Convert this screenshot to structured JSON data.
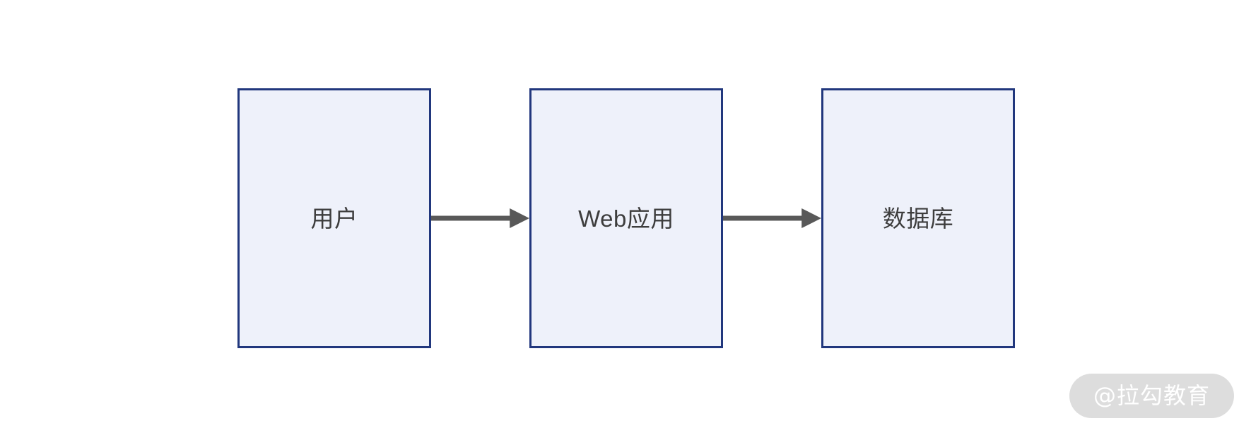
{
  "diagram": {
    "type": "flow",
    "orientation": "horizontal",
    "background_color": "#ffffff",
    "node_fill_color": "#eef1fa",
    "node_border_color": "#21377d",
    "node_label_color": "#3d3d3d",
    "arrow_color": "#595959",
    "nodes": [
      {
        "id": "user",
        "label": "用户",
        "name": "user"
      },
      {
        "id": "web-app",
        "label": "Web应用",
        "name": "web-application"
      },
      {
        "id": "database",
        "label": "数据库",
        "name": "database"
      }
    ],
    "edges": [
      {
        "id": "edge-1",
        "from": "用户",
        "to": "Web应用",
        "label": "",
        "arrow": "single"
      },
      {
        "id": "edge-2",
        "from": "Web应用",
        "to": "数据库",
        "label": "",
        "arrow": "single"
      }
    ]
  },
  "watermark": {
    "text": "@拉勾教育",
    "pill_color": "#dddddd",
    "text_color": "#ffffff"
  }
}
